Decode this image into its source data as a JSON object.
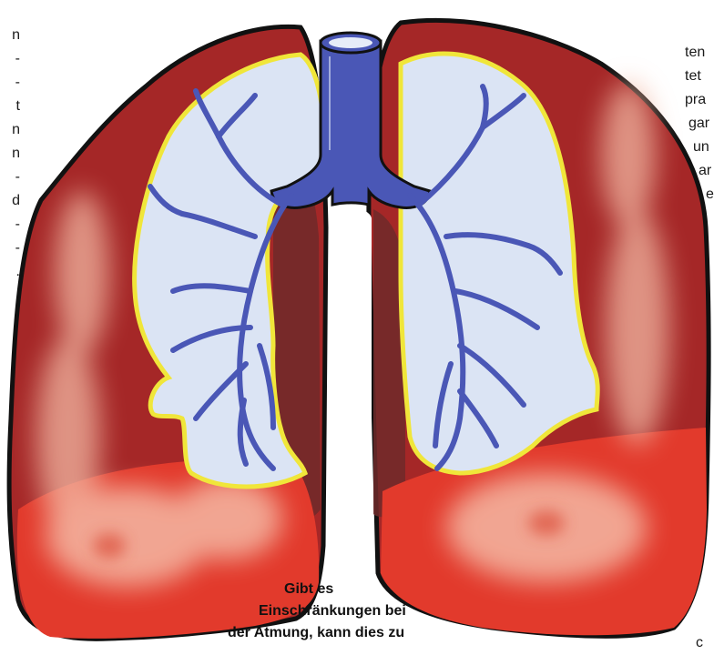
{
  "left_fragments": [
    "n",
    "-",
    "-",
    "t",
    "n",
    "n",
    "-",
    "d",
    "-",
    "-",
    "."
  ],
  "right_fragments": [
    "ten",
    "tet",
    "pra",
    "gar",
    "un",
    "ar",
    "e"
  ],
  "bottom_right_fragment": "c",
  "caption": {
    "line1": "Gibt es",
    "line2": "Einschränkungen bei",
    "line3": "der Atmung, kann dies zu"
  },
  "colors": {
    "lung_outer": "#a52727",
    "lung_inner_dark": "#6e2a2a",
    "lung_lower": "#e23a2c",
    "alveoli_light": "#dbe4f4",
    "alveoli_border": "#f0e63a",
    "trachea_bronchi": "#4a57b6",
    "inflamed_patch": "#f2b7a2"
  },
  "icons": [
    "lungs-illustration",
    "trachea-illustration"
  ]
}
